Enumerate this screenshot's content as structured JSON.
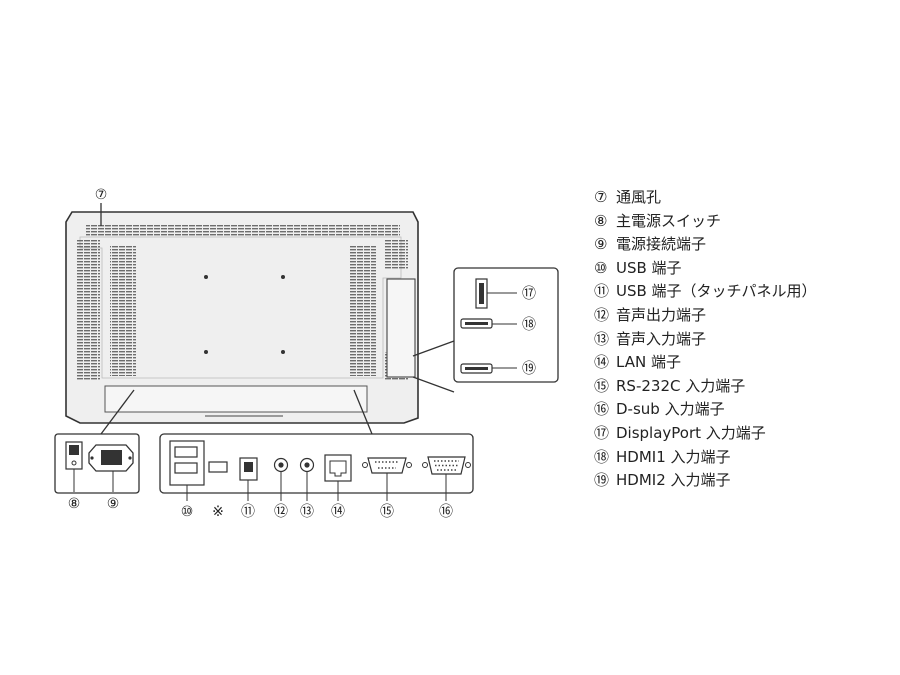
{
  "callouts": {
    "c7": "⑦",
    "c8": "⑧",
    "c9": "⑨",
    "c10": "⑩",
    "c11": "⑪",
    "c12": "⑫",
    "c13": "⑬",
    "c14": "⑭",
    "c15": "⑮",
    "c16": "⑯",
    "c17": "⑰",
    "c18": "⑱",
    "c19": "⑲",
    "note_mark": "※"
  },
  "legend": [
    {
      "num": "⑦",
      "text": "通風孔"
    },
    {
      "num": "⑧",
      "text": "主電源スイッチ"
    },
    {
      "num": "⑨",
      "text": "電源接続端子"
    },
    {
      "num": "⑩",
      "text": "USB 端子"
    },
    {
      "num": "⑪",
      "text": "USB 端子（タッチパネル用）"
    },
    {
      "num": "⑫",
      "text": "音声出力端子"
    },
    {
      "num": "⑬",
      "text": "音声入力端子"
    },
    {
      "num": "⑭",
      "text": "LAN 端子"
    },
    {
      "num": "⑮",
      "text": "RS-232C 入力端子"
    },
    {
      "num": "⑯",
      "text": "D-sub 入力端子"
    },
    {
      "num": "⑰",
      "text": "DisplayPort 入力端子"
    },
    {
      "num": "⑱",
      "text": "HDMI1 入力端子"
    },
    {
      "num": "⑲",
      "text": "HDMI2 入力端子"
    }
  ]
}
